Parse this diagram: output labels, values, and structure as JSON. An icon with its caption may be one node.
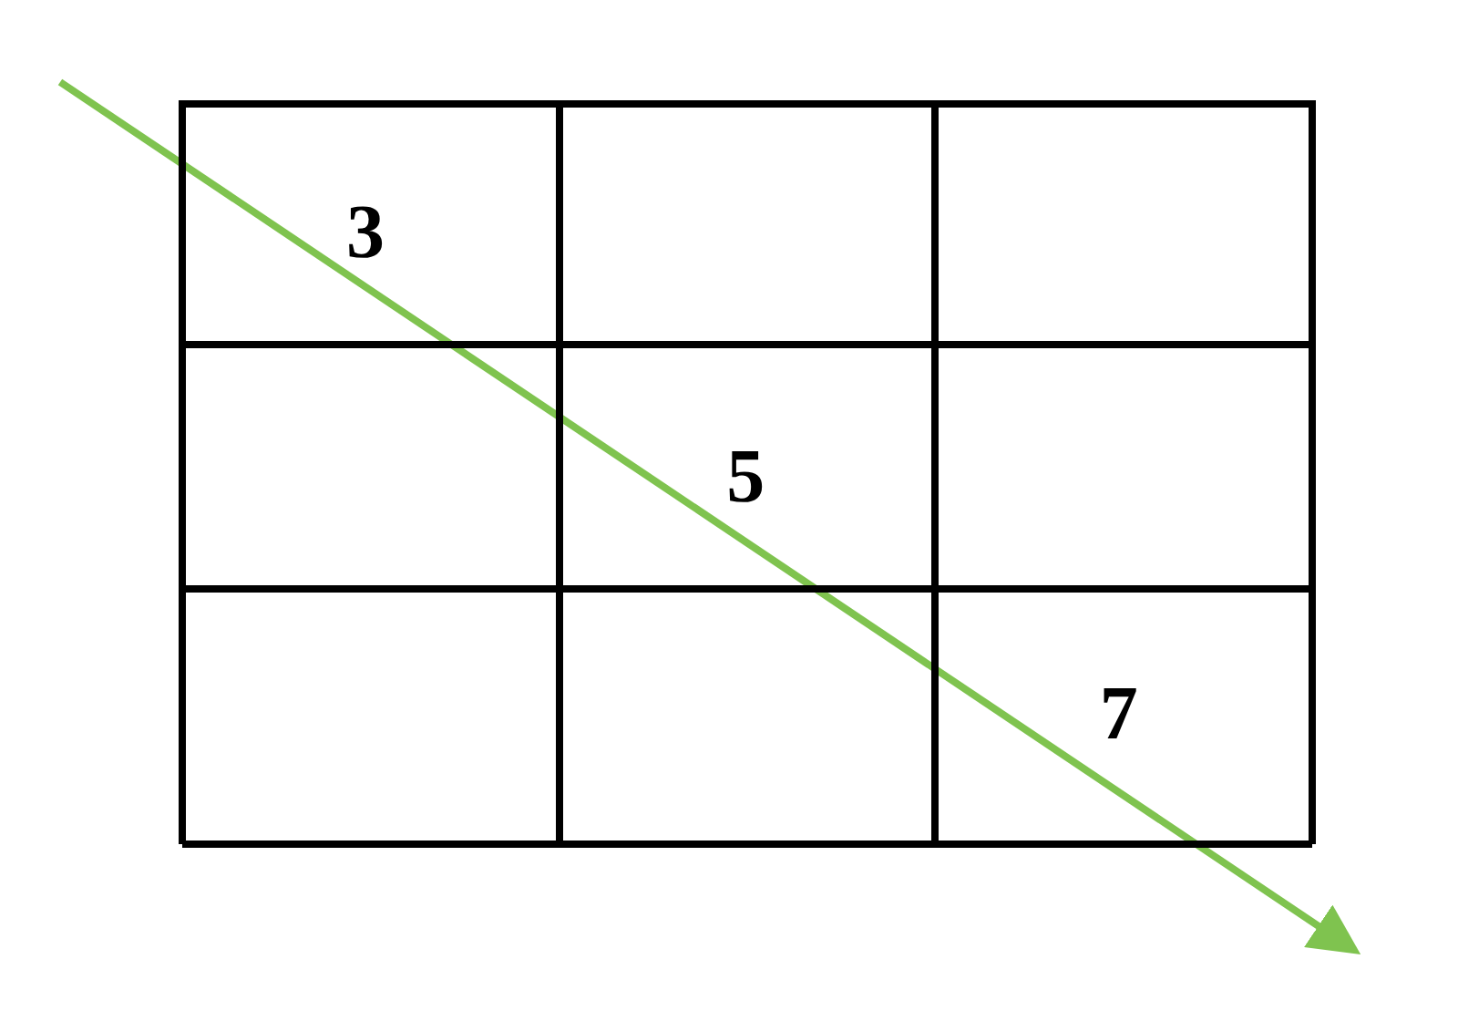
{
  "diagram": {
    "labels": [
      "3",
      "5",
      "7"
    ]
  }
}
